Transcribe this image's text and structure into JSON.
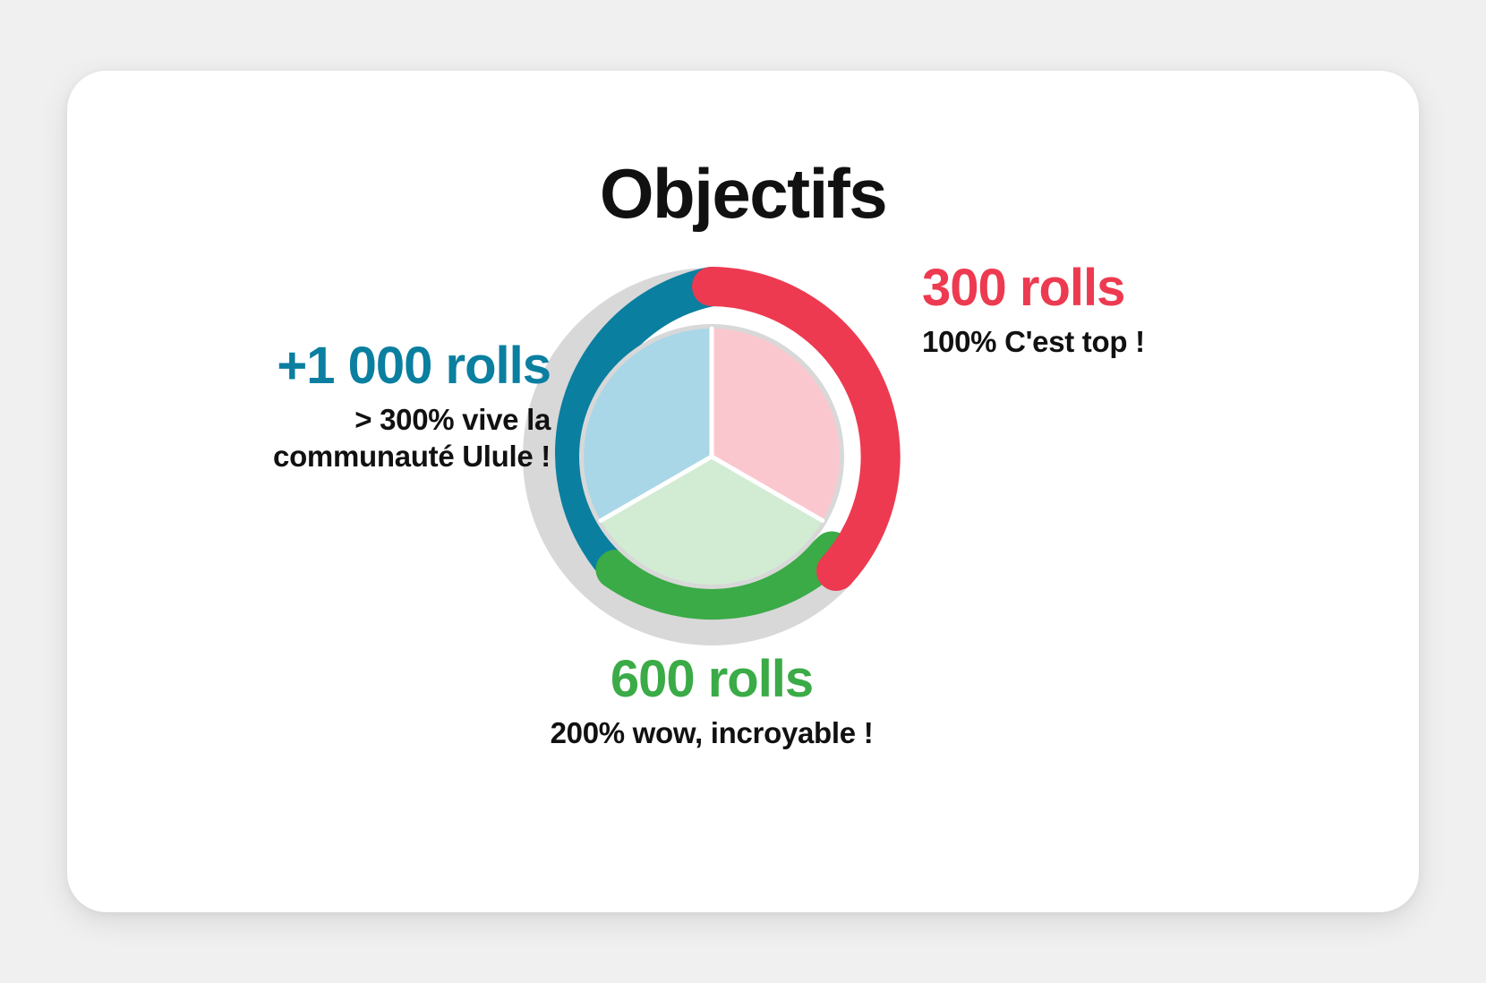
{
  "card": {
    "title": "Objectifs",
    "background": "#ffffff",
    "page_background": "#f0f0f0"
  },
  "goals": [
    {
      "id": "goal-300",
      "value": "300 rolls",
      "note_lines": [
        "100% C'est top !"
      ],
      "color": "#ed3a50",
      "inner_color": "#fbc7cf",
      "percent": 100,
      "position": "right"
    },
    {
      "id": "goal-600",
      "value": "600 rolls",
      "note_lines": [
        "200% wow, incroyable !"
      ],
      "color": "#3aab46",
      "inner_color": "#d2ecd4",
      "percent": 200,
      "position": "bottom"
    },
    {
      "id": "goal-1000",
      "value": "+1 000 rolls",
      "note_lines": [
        "> 300% vive la",
        "communauté Ulule !"
      ],
      "color": "#0a7fa0",
      "inner_color": "#a9d7e8",
      "percent": 300,
      "position": "left"
    }
  ],
  "chart_data": {
    "type": "pie",
    "title": "Objectifs",
    "categories": [
      "300 rolls",
      "600 rolls",
      "+1 000 rolls"
    ],
    "values": [
      33.33,
      33.33,
      33.33
    ],
    "value_labels": [
      "300 rolls",
      "600 rolls",
      "+1 000 rolls"
    ],
    "annotations": [
      "100% C'est top !",
      "200% wow, incroyable !",
      "> 300% vive la communauté Ulule !"
    ],
    "outer_ring_colors": [
      "#ed3a50",
      "#3aab46",
      "#0a7fa0"
    ],
    "inner_pie_colors": [
      "#fbc7cf",
      "#d2ecd4",
      "#a9d7e8"
    ],
    "track_color": "#d8d8d8",
    "legend": "none",
    "grid": false,
    "xlabel": "",
    "ylabel": "",
    "segments": [
      {
        "name": "300 rolls",
        "start_deg": 0,
        "end_deg": 120,
        "share_pct": 33.33,
        "ring_color": "#ed3a50",
        "pie_color": "#fbc7cf"
      },
      {
        "name": "600 rolls",
        "start_deg": 120,
        "end_deg": 240,
        "share_pct": 33.33,
        "ring_color": "#3aab46",
        "pie_color": "#d2ecd4"
      },
      {
        "name": "+1 000 rolls",
        "start_deg": 240,
        "end_deg": 360,
        "share_pct": 33.33,
        "ring_color": "#0a7fa0",
        "pie_color": "#a9d7e8"
      }
    ]
  },
  "icons": {
    "donut": "donut-chart-icon"
  }
}
